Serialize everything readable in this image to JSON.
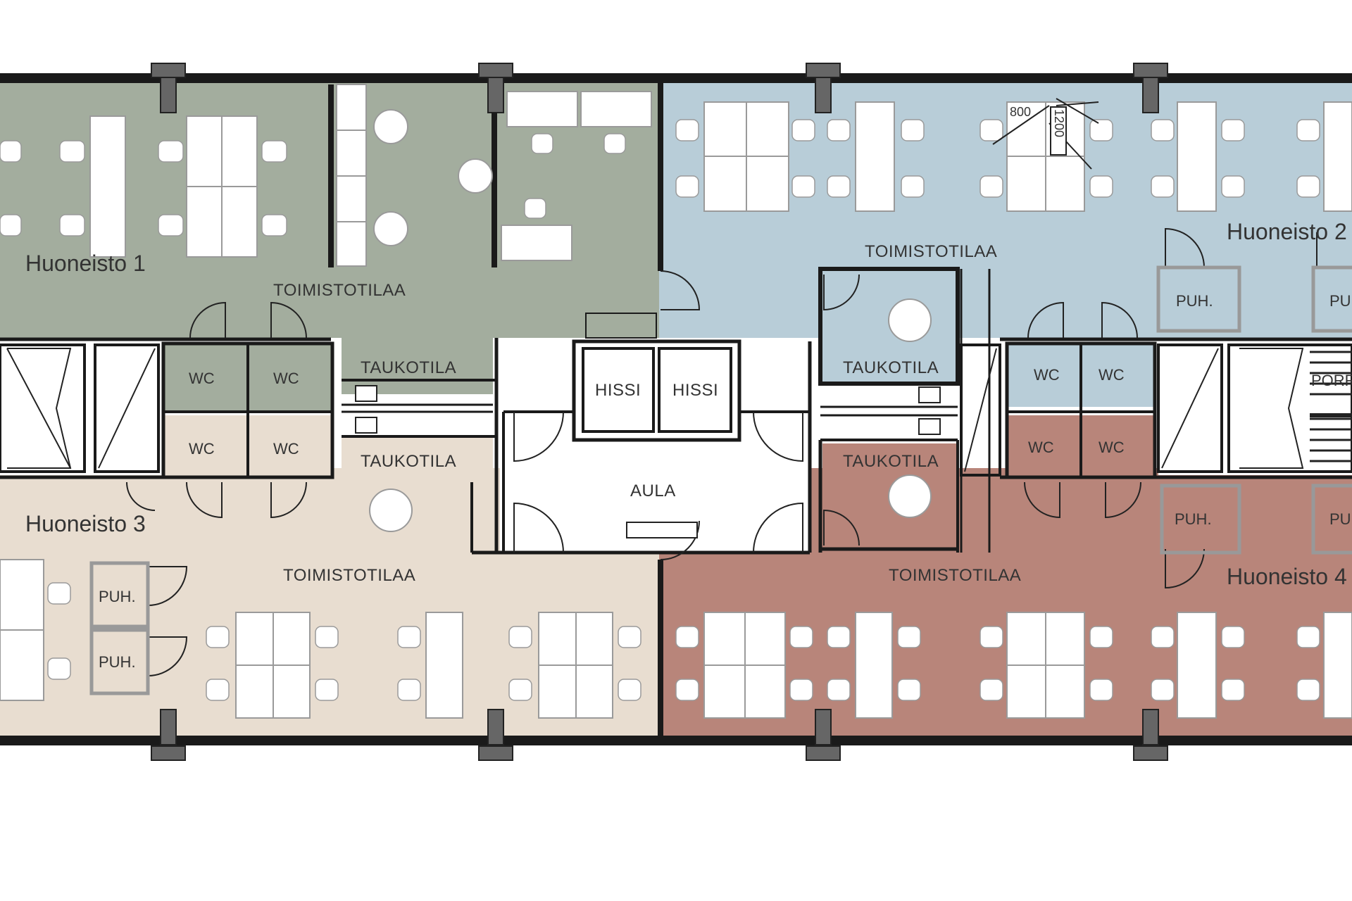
{
  "apartments": {
    "a1": "Huoneisto 1",
    "a2": "Huoneisto 2",
    "a3": "Huoneisto 3",
    "a4": "Huoneisto 4"
  },
  "rooms": {
    "office": "TOIMISTOTILAA",
    "break": "TAUKOTILA",
    "wc": "WC",
    "elevator": "HISSI",
    "lobby": "AULA",
    "phone": "PUH.",
    "stairs": "PORR"
  },
  "dimensions": {
    "width": "800",
    "depth": "1200"
  },
  "colors": {
    "apartment1": "#a3ad9e",
    "apartment2": "#b8cdd8",
    "apartment3": "#e8ddd0",
    "apartment4": "#b8857a",
    "wall": "#1a1a1a",
    "furniture": "#ffffff"
  }
}
